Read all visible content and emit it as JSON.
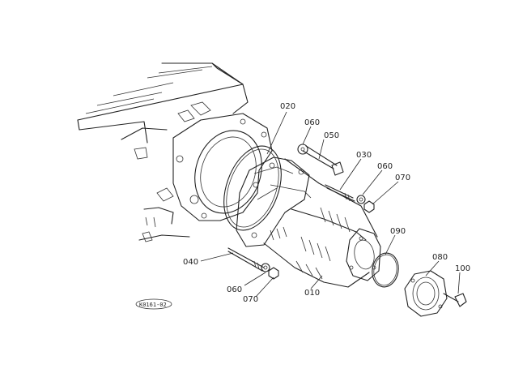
{
  "diagram": {
    "ref_code": "K0161-02",
    "callouts": {
      "c010": "010",
      "c020": "020",
      "c030": "030",
      "c040": "040",
      "c050": "050",
      "c060a": "060",
      "c060b": "060",
      "c060c": "060",
      "c070a": "070",
      "c070b": "070",
      "c080": "080",
      "c090": "090",
      "c100": "100"
    }
  }
}
